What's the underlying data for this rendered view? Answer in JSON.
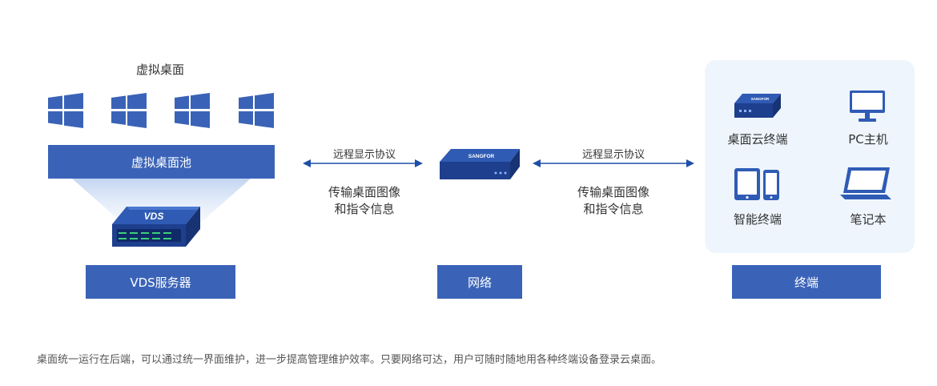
{
  "virtual_desktop": {
    "title": "虚拟桌面",
    "pool_label": "虚拟桌面池",
    "server_label": "VDS服务器",
    "server_badge": "VDS"
  },
  "left_link": {
    "protocol": "远程显示协议",
    "desc_line1": "传输桌面图像",
    "desc_line2": "和指令信息"
  },
  "network": {
    "label": "网络",
    "device_brand": "SANGFOR"
  },
  "right_link": {
    "protocol": "远程显示协议",
    "desc_line1": "传输桌面图像",
    "desc_line2": "和指令信息"
  },
  "terminals": {
    "label": "终端",
    "items": [
      {
        "label": "桌面云终端",
        "icon": "thin-client-icon"
      },
      {
        "label": "PC主机",
        "icon": "pc-monitor-icon"
      },
      {
        "label": "智能终端",
        "icon": "tablet-phone-icon"
      },
      {
        "label": "笔记本",
        "icon": "laptop-icon"
      }
    ],
    "device_brand": "SANGFOR"
  },
  "footer": {
    "text": "桌面统一运行在后端，可以通过统一界面维护，进一步提高管理维护效率。只要网络可达，用户可随时随地用各种终端设备登录云桌面。"
  },
  "colors": {
    "primary_blue": "#3a63b8",
    "panel_bg": "#eef5fd",
    "vds_green": "#3bd07a"
  }
}
